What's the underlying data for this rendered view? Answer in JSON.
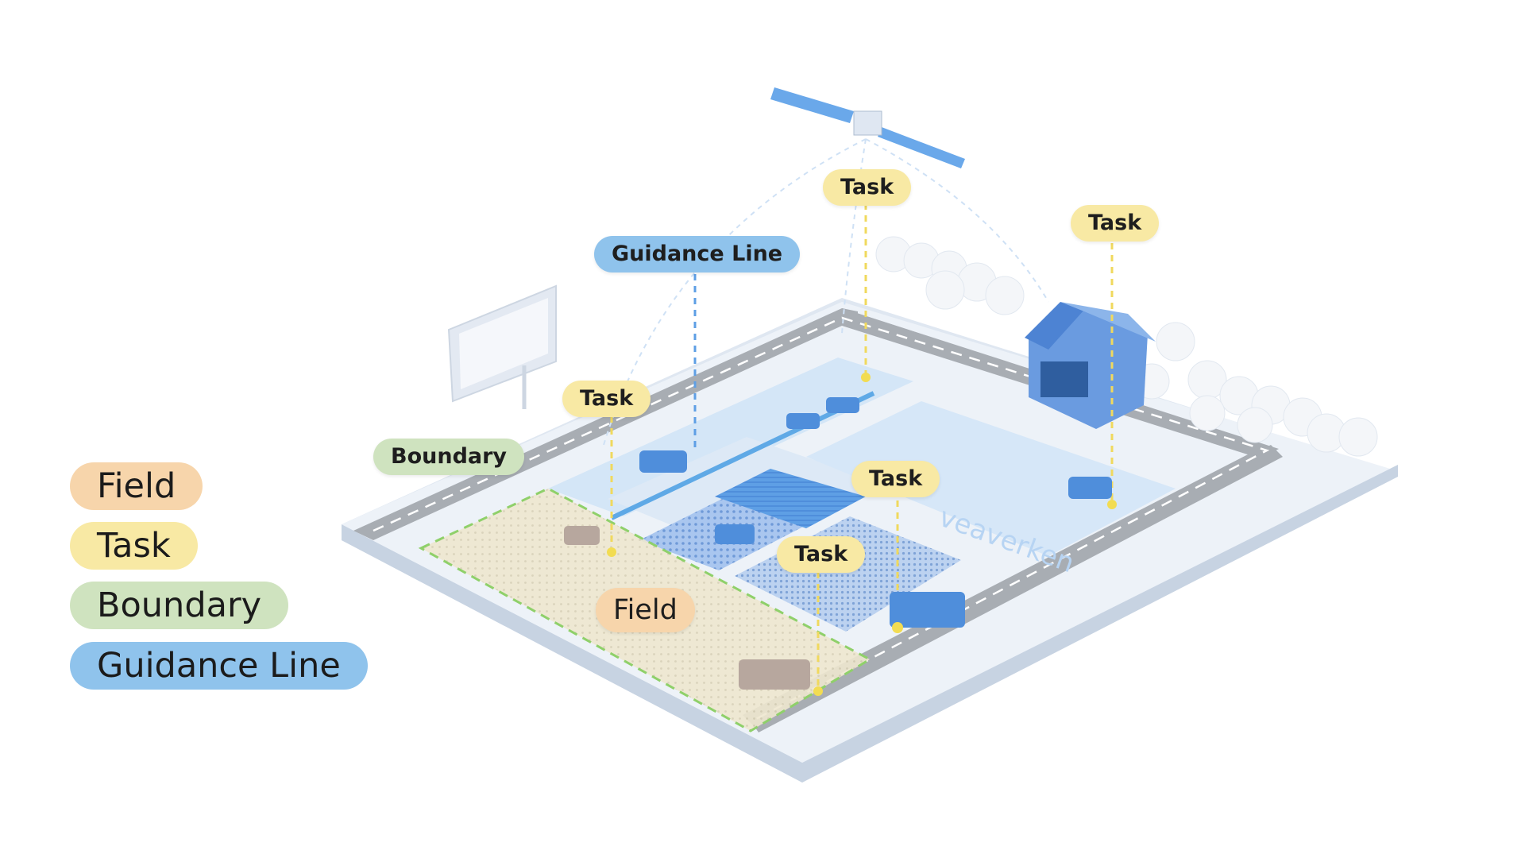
{
  "legend": {
    "field": "Field",
    "task": "Task",
    "boundary": "Boundary",
    "guidance_line": "Guidance Line"
  },
  "tags": {
    "task_satellite": "Task",
    "task_barn": "Task",
    "guidance_line": "Guidance Line",
    "task_left": "Task",
    "boundary": "Boundary",
    "task_center": "Task",
    "task_lower": "Task",
    "field": "Field"
  },
  "watermark": "veaverken",
  "colors": {
    "field": "#f7d5ab",
    "task": "#f8e9a4",
    "boundary": "#cfe3bf",
    "guidance_line": "#8fc3ec",
    "ground": "#e8eef7",
    "road": "#a9adb2",
    "field_area": "#d3e7f8",
    "crop": "#7ea6d8",
    "barn": "#5b8fd6"
  }
}
